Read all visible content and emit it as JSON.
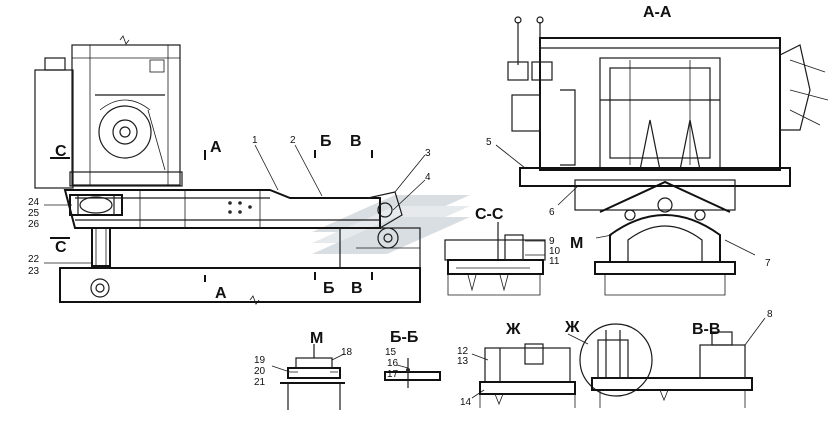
{
  "section_labels": {
    "aa_title": "А-А",
    "a_top": "А",
    "a_bottom": "А",
    "b_top": "Б",
    "b_bottom": "Б",
    "v_top": "В",
    "v_bottom": "В",
    "c_upper": "С",
    "c_lower": "С",
    "cc_title": "С-С",
    "m_view": "М",
    "m_title": "М",
    "bb_title": "Б-Б",
    "zh_title": "Ж",
    "zh_callout": "Ж",
    "vv_title": "В-В"
  },
  "callouts": {
    "n1": "1",
    "n2": "2",
    "n3": "3",
    "n4": "4",
    "n5": "5",
    "n6": "6",
    "n7": "7",
    "n8": "8",
    "n9": "9",
    "n10": "10",
    "n11": "11",
    "n12": "12",
    "n13": "13",
    "n14": "14",
    "n15": "15",
    "n16": "16",
    "n17": "17",
    "n18": "18",
    "n19": "19",
    "n20": "20",
    "n21": "21",
    "n22": "22",
    "n23": "23",
    "n24": "24",
    "n25": "25",
    "n26": "26"
  },
  "watermark": {
    "color": "#b9c4c9"
  }
}
